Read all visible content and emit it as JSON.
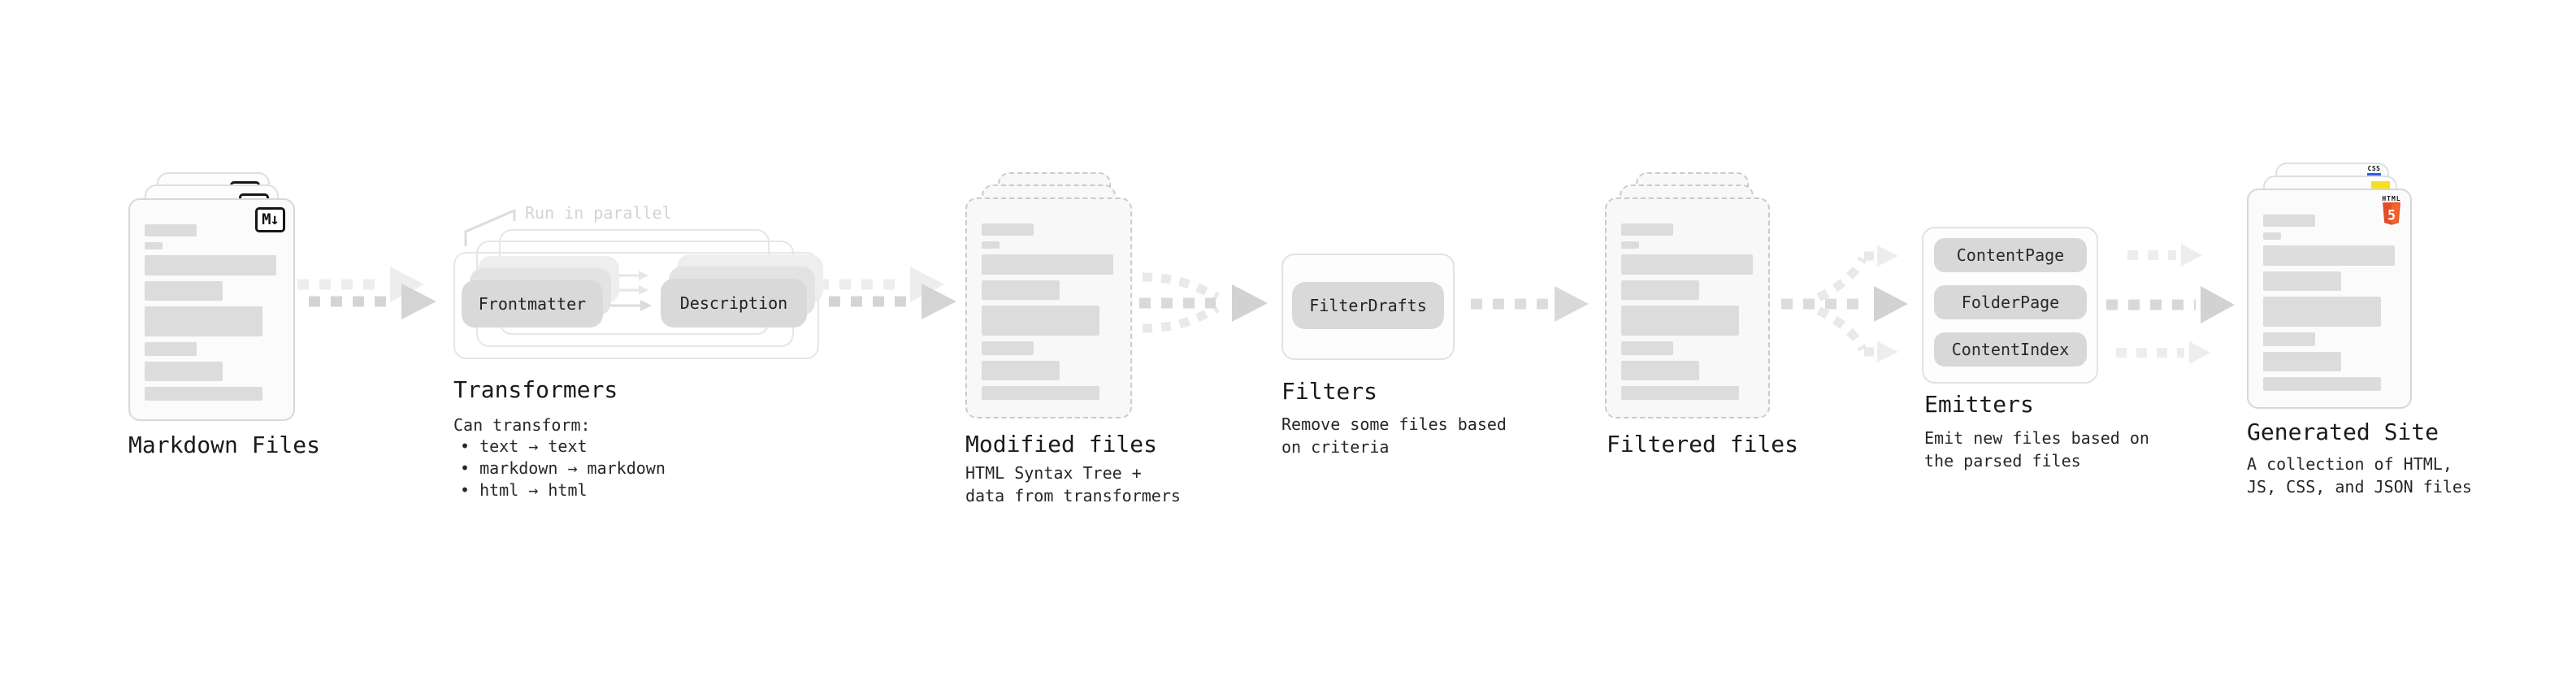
{
  "colors": {
    "arrow_dark": "#d2d2d2",
    "arrow_light": "#ededed",
    "pill_bg": "#d9d9d9",
    "bar_fill": "#dcdcdc",
    "html5_orange": "#e44d26",
    "html5_orange_light": "#f16529",
    "js_yellow": "#f7df1e",
    "css_blue": "#2760e6"
  },
  "stages": {
    "markdown_files": {
      "label": "Markdown Files",
      "badge": "M↓"
    },
    "transformers": {
      "label": "Transformers",
      "note": "Run in parallel",
      "pill_frontmatter": "Frontmatter",
      "pill_description": "Description",
      "desc_title": "Can transform:",
      "bullets": [
        "• text → text",
        "• markdown → markdown",
        "• html → html"
      ]
    },
    "modified_files": {
      "label": "Modified files",
      "desc_line1": "HTML Syntax Tree +",
      "desc_line2": "data from transformers"
    },
    "filters": {
      "label": "Filters",
      "pill": "FilterDrafts",
      "desc_line1": "Remove some files based",
      "desc_line2": "on criteria"
    },
    "filtered_files": {
      "label": "Filtered files"
    },
    "emitters": {
      "label": "Emitters",
      "pills": [
        "ContentPage",
        "FolderPage",
        "ContentIndex"
      ],
      "desc_line1": "Emit new files based on",
      "desc_line2": "the parsed files"
    },
    "generated_site": {
      "label": "Generated Site",
      "badge_css": "CSS",
      "badge_html": "HTML",
      "badge_html_number": "5",
      "desc_line1": "A collection of HTML,",
      "desc_line2": "JS, CSS, and JSON files"
    }
  }
}
